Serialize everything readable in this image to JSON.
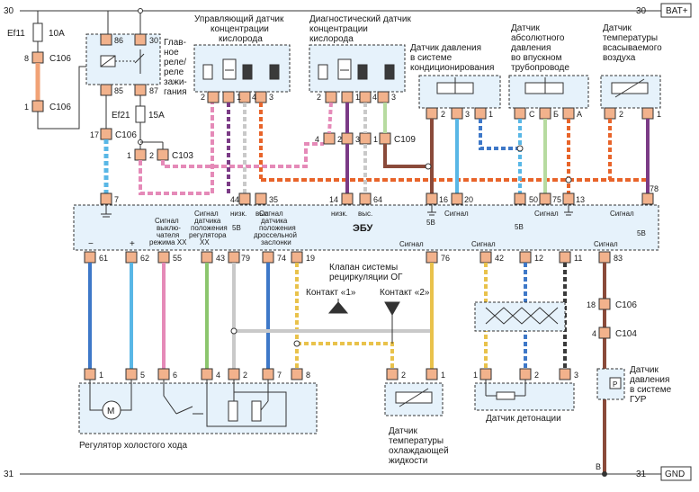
{
  "rails": {
    "top_left_num": "30",
    "top_right_num": "30",
    "top_label": "BAT+",
    "bottom_left_num": "31",
    "bottom_right_num": "31",
    "bottom_label": "GND"
  },
  "fuses": {
    "ef11": "Ef11",
    "ef11_rating": "10A",
    "ef21": "Ef21",
    "ef21_rating": "15A"
  },
  "connectors": {
    "c106": "C106",
    "c103": "C103",
    "c109": "C109",
    "c104": "C104"
  },
  "relay": {
    "title_lines": [
      "Глав-",
      "ное",
      "реле/",
      "реле",
      "зажи-",
      "гания"
    ],
    "pins": [
      "86",
      "30",
      "85",
      "87"
    ]
  },
  "components": {
    "o2_control": [
      "Управляющий датчик",
      "концентрации",
      "кислорода"
    ],
    "o2_diag": [
      "Диагностический датчик",
      "концентрации",
      "кислорода"
    ],
    "ac_pressure": [
      "Датчик давления",
      "в системе",
      "кондиционирования"
    ],
    "map_sensor": [
      "Датчик",
      "абсолютного",
      "давления",
      "во впускном",
      "трубопроводе"
    ],
    "iat_sensor": [
      "Датчик",
      "температуры",
      "всасываемого",
      "воздуха"
    ],
    "egr_valve": [
      "Клапан системы",
      "рециркуляции ОГ"
    ],
    "contact1": "Контакт «1»",
    "contact2": "Контакт «2»",
    "idle_regulator": "Регулятор холостого хода",
    "ect_sensor": [
      "Датчик",
      "температуры",
      "охлаждающей",
      "жидкости"
    ],
    "knock_sensor": "Датчик детонации",
    "ps_sensor": [
      "Датчик",
      "давления",
      "в системе",
      "ГУР"
    ]
  },
  "ecu": {
    "title": "ЭБУ",
    "top_pins": [
      "7",
      "44",
      "35",
      "14",
      "64",
      "16",
      "20",
      "50",
      "75",
      "13",
      "78"
    ],
    "bottom_pins": [
      "61",
      "62",
      "55",
      "43",
      "79",
      "74",
      "19",
      "76",
      "42",
      "12",
      "11",
      "83"
    ],
    "texts": {
      "low": "низк.",
      "high": "выс.",
      "signal": "Сигнал",
      "v5": "5В",
      "minus": "−",
      "plus": "+",
      "iac_sig": [
        "Сигнал",
        "выклю-",
        "чателя",
        "режима ХХ"
      ],
      "tps_iac": [
        "Сигнал",
        "датчика",
        "положения",
        "регулятора",
        "ХХ"
      ],
      "tps_thr": [
        "Сигнал",
        "датчика",
        "положения",
        "дроссельной",
        "заслонки"
      ]
    }
  },
  "pin_letters": [
    "C",
    "Б",
    "А"
  ],
  "motor_letter": "M",
  "ps_letter": "P",
  "ground_letter": "B",
  "wire_colors": {
    "orange_black": "#e8642a",
    "pink": "#e58ab8",
    "purple": "#7b3b86",
    "light_blue": "#59b7e6",
    "blue": "#3e78c8",
    "yellow": "#e9c24b",
    "green": "#8cc66e",
    "light_green": "#b7dba0",
    "grey": "#c9c9c9",
    "brown": "#8a4a3a",
    "salmon": "#f1a276",
    "black": "#3a3a3a"
  }
}
